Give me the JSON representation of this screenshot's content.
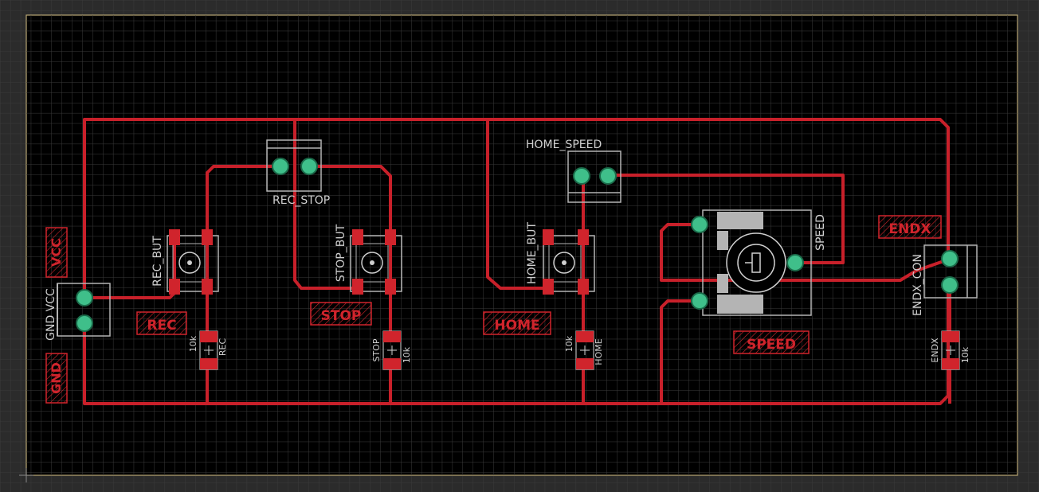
{
  "board": {
    "colors": {
      "background": "#2b2b2b",
      "board_fill": "#000000",
      "board_outline": "#b9a774",
      "grid": "#3a3a3a",
      "trace": "#c8202a",
      "pad": "#d0242c",
      "via": "#3fbf8a",
      "silk": "#cfcfcf",
      "gray_silk": "#b4b4b4"
    }
  },
  "labels": {
    "vcc_text": "VCC",
    "gnd_text": "GND",
    "gnd_vcc_connector": "GND VCC",
    "rec_stop_connector": "REC_STOP",
    "rec_but": "REC_BUT",
    "stop_but": "STOP_BUT",
    "home_but": "HOME_BUT",
    "home_speed_connector": "HOME_SPEED",
    "speed_pot": "SPEED",
    "endx_con": "ENDX_CON",
    "rec_text": "REC",
    "stop_text": "STOP",
    "home_text": "HOME",
    "speed_text": "SPEED",
    "endx_text": "ENDX",
    "res_value": "10k",
    "res_rec": "REC",
    "res_stop": "STOP",
    "res_home": "HOME",
    "res_endx": "ENDX"
  },
  "icons": {
    "via": "via-pad-icon",
    "smd_pad": "smd-pad-icon",
    "button": "tactile-button-icon",
    "pot": "potentiometer-icon"
  }
}
